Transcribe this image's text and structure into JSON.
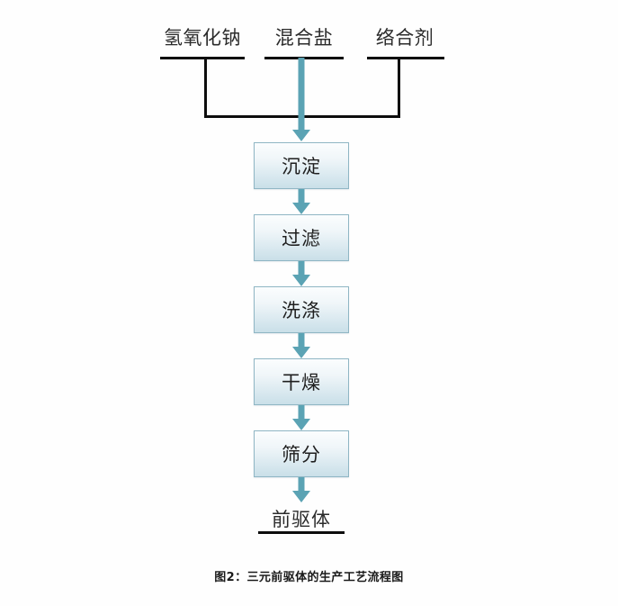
{
  "figure": {
    "caption": "图2：三元前驱体的生产工艺流程图",
    "colors": {
      "arrow": "#5ba3b4",
      "box_border": "#8fb6c4",
      "box_fill_top": "#fbfdfe",
      "box_fill_bottom": "#c9dfe8",
      "rule": "#0d0d0d",
      "text": "#1f1f1f",
      "background": "#fefefe"
    }
  },
  "inputs": [
    {
      "label": "氢氧化钠"
    },
    {
      "label": "混合盐"
    },
    {
      "label": "络合剂"
    }
  ],
  "steps": [
    {
      "label": "沉淀"
    },
    {
      "label": "过滤"
    },
    {
      "label": "洗涤"
    },
    {
      "label": "干燥"
    },
    {
      "label": "筛分"
    }
  ],
  "output": {
    "label": "前驱体"
  }
}
